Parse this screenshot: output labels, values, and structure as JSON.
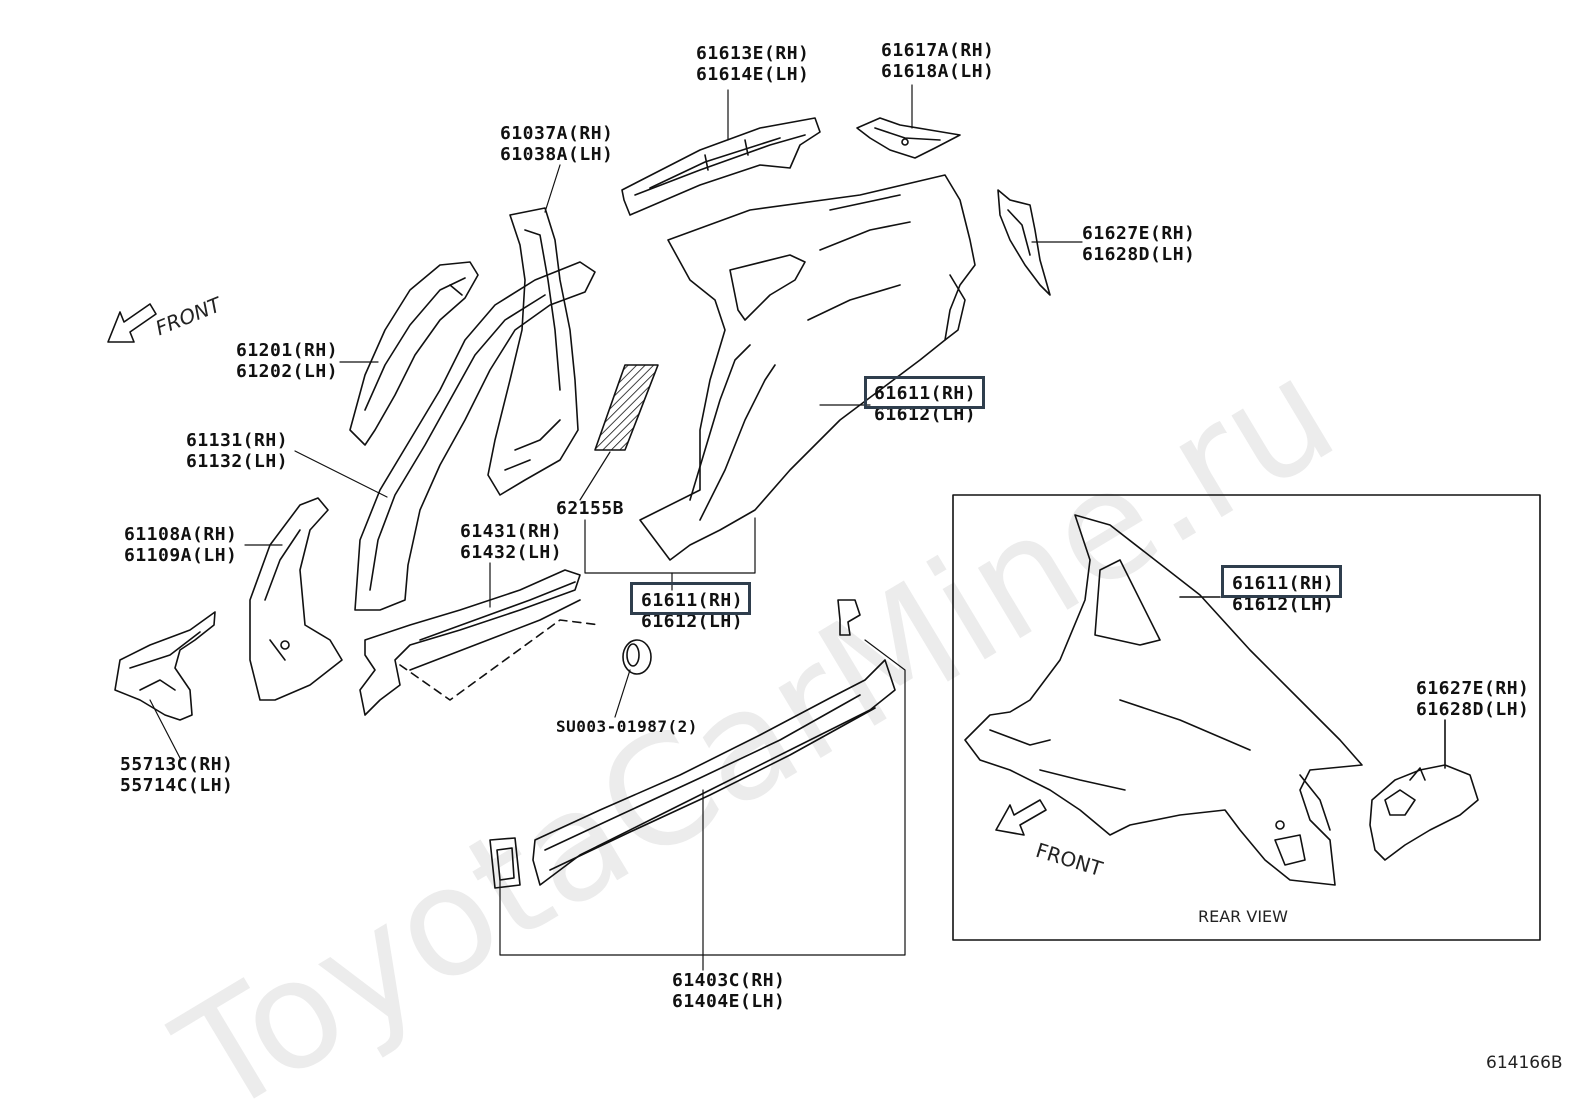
{
  "watermark": "ToyotaCarMine.ru",
  "diagram_code": "614166B",
  "front_label": "FRONT",
  "rear_view_label": "REAR VIEW",
  "parts": [
    {
      "id": "p61613e",
      "rh": "61613E(RH)",
      "lh": "61614E(LH)"
    },
    {
      "id": "p61617a",
      "rh": "61617A(RH)",
      "lh": "61618A(LH)"
    },
    {
      "id": "p61037a",
      "rh": "61037A(RH)",
      "lh": "61038A(LH)"
    },
    {
      "id": "p61627e",
      "rh": "61627E(RH)",
      "lh": "61628D(LH)"
    },
    {
      "id": "p61201",
      "rh": "61201(RH)",
      "lh": "61202(LH)"
    },
    {
      "id": "p61611a",
      "rh": "61611(RH)",
      "lh": "61612(LH)"
    },
    {
      "id": "p61131",
      "rh": "61131(RH)",
      "lh": "61132(LH)"
    },
    {
      "id": "p62155b",
      "single": "62155B"
    },
    {
      "id": "p61108a",
      "rh": "61108A(RH)",
      "lh": "61109A(LH)"
    },
    {
      "id": "p61431",
      "rh": "61431(RH)",
      "lh": "61432(LH)"
    },
    {
      "id": "p61611b",
      "rh": "61611(RH)",
      "lh": "61612(LH)"
    },
    {
      "id": "p61611c",
      "rh": "61611(RH)",
      "lh": "61612(LH)"
    },
    {
      "id": "p61627e_r",
      "rh": "61627E(RH)",
      "lh": "61628D(LH)"
    },
    {
      "id": "psu003",
      "single": "SU003-01987(2)"
    },
    {
      "id": "p55713c",
      "rh": "55713C(RH)",
      "lh": "55714C(LH)"
    },
    {
      "id": "p61403c",
      "rh": "61403C(RH)",
      "lh": "61404E(LH)"
    }
  ],
  "highlight_color": "#2f3e4d"
}
